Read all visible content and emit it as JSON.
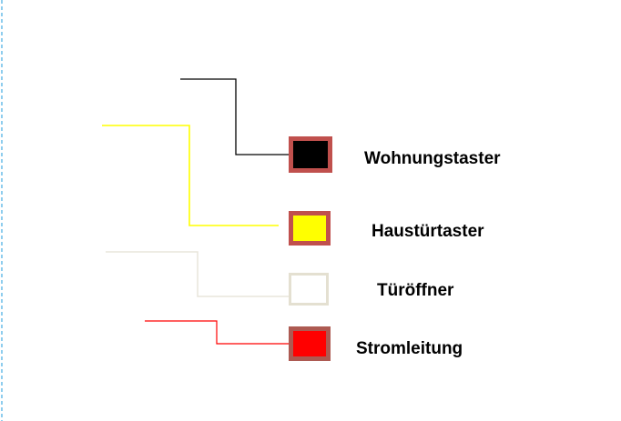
{
  "colors": {
    "accent_border": "#C0504D",
    "red_square_border": "#AD5A52",
    "cream_border": "#E4E0D1",
    "black_fill": "#000000",
    "yellow_fill": "#FFFF00",
    "white_fill": "#FFFFFF",
    "red_fill": "#FF0000",
    "wire_black": "#000000",
    "wire_yellow": "#FFFF00",
    "wire_gray": "#E8E5DB",
    "wire_red": "#FF0000",
    "margin_guide": "#8ECDEE",
    "text_color": "#000000"
  },
  "legend": {
    "items": [
      {
        "id": "wohnungstaster",
        "label": "Wohnungstaster",
        "fill": "#000000",
        "border": "#C0504D"
      },
      {
        "id": "haustuertaster",
        "label": "Haustürtaster",
        "fill": "#FFFF00",
        "border": "#C0504D"
      },
      {
        "id": "tueroeffner",
        "label": "Türöffner",
        "fill": "#FFFFFF",
        "border": "#E4E0D1"
      },
      {
        "id": "stromleitung",
        "label": "Stromleitung",
        "fill": "#FF0000",
        "border": "#AD5A52"
      }
    ]
  }
}
